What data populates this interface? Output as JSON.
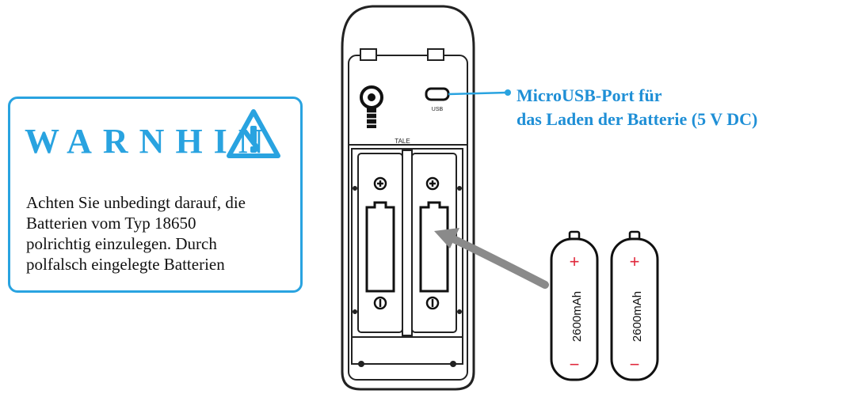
{
  "warning": {
    "title": "WARNHIN",
    "lines": [
      "Achten Sie unbedingt darauf, die",
      "Batterien vom Typ 18650",
      "polrichtig einzulegen. Durch",
      "polfalsch eingelegte Batterien"
    ]
  },
  "callout": {
    "line1": "MicroUSB-Port für",
    "line2": "das Laden der Batterie (5 V DC)"
  },
  "device": {
    "port_label": "USB",
    "top_label": "TALE"
  },
  "batteries": [
    {
      "capacity": "2600mAh",
      "plus": "+",
      "minus": "−"
    },
    {
      "capacity": "2600mAh",
      "plus": "+",
      "minus": "−"
    }
  ],
  "colors": {
    "accent": "#29a3e0",
    "battery_red": "#e0283c",
    "arrow_gray": "#8a8a8a"
  }
}
